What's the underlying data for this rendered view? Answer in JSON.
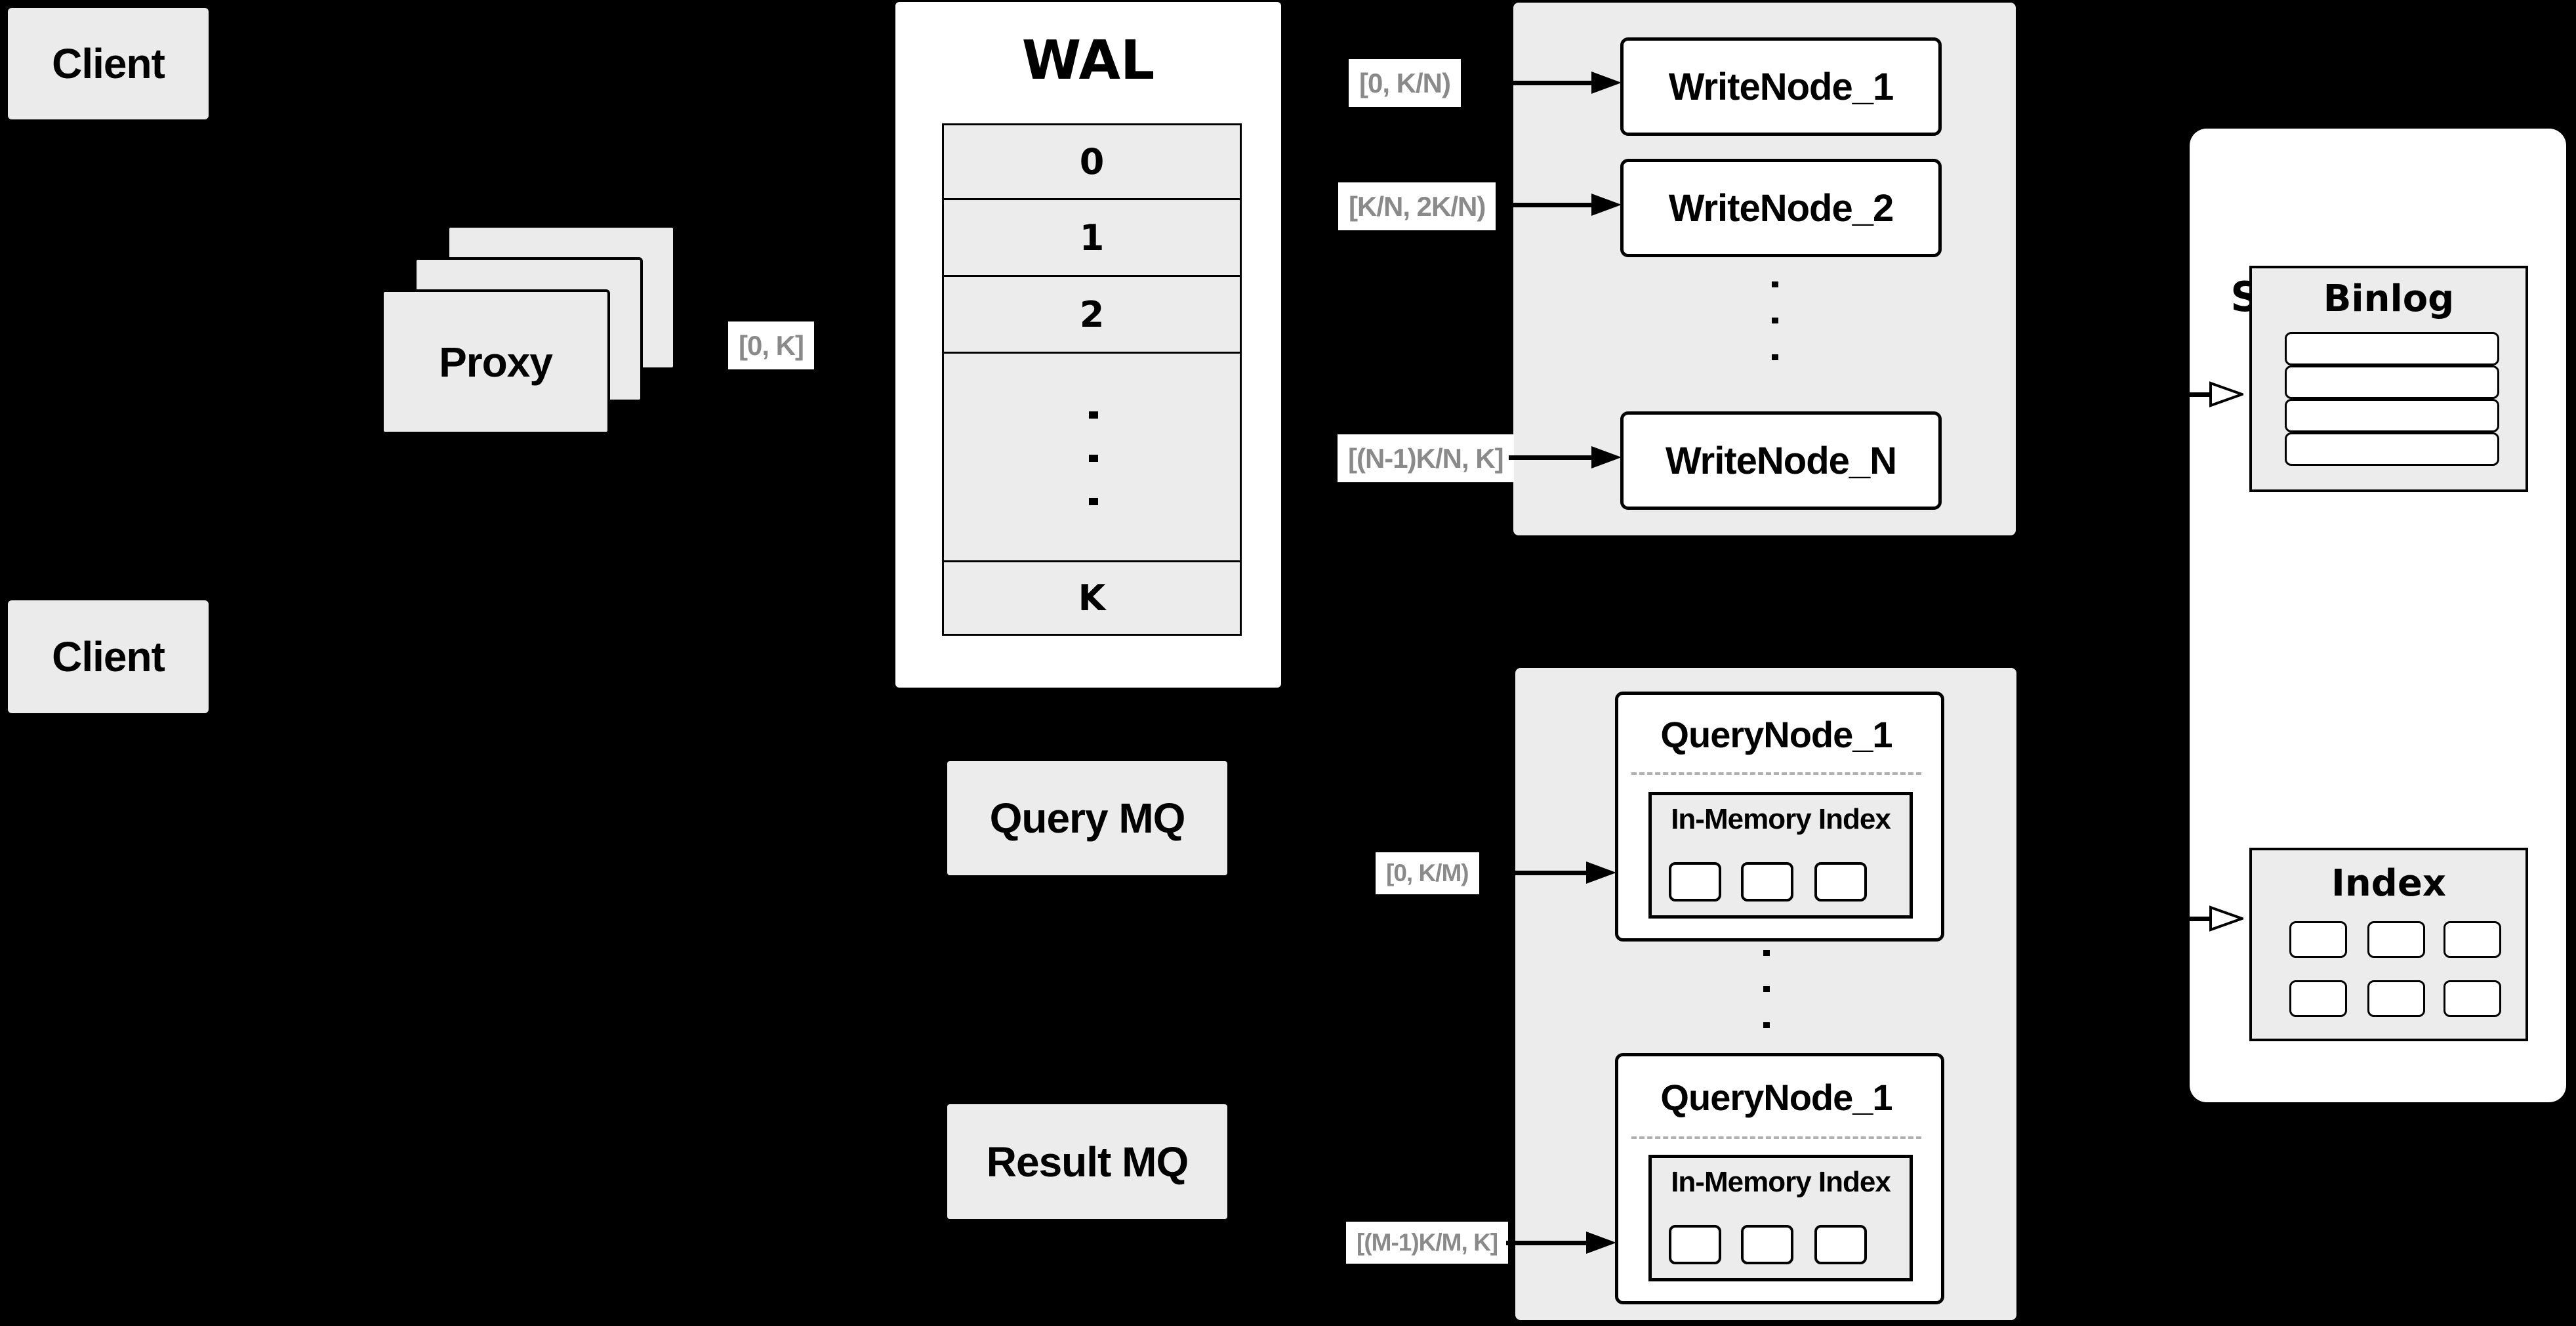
{
  "colors": {
    "background": "#000000",
    "panel_gray": "#ececec",
    "card_gray": "#ebebeb",
    "box_white": "#ffffff",
    "range_label_text": "#8a8a8a",
    "line_ink": "#000000"
  },
  "clients": {
    "top_label": "Client",
    "bottom_label": "Client"
  },
  "proxy": {
    "label": "Proxy",
    "range_label": "[0, K]"
  },
  "wal": {
    "title": "WAL",
    "segments": [
      "0",
      "1",
      "2",
      "K"
    ]
  },
  "write_group": {
    "nodes": [
      {
        "label": "WriteNode_1",
        "range": "[0, K/N)"
      },
      {
        "label": "WriteNode_2",
        "range": "[K/N, 2K/N)"
      },
      {
        "label": "WriteNode_N",
        "range": "[(N-1)K/N, K]"
      }
    ]
  },
  "mq": {
    "query_label": "Query MQ",
    "result_label": "Result MQ"
  },
  "query_group": {
    "nodes": [
      {
        "label": "QueryNode_1",
        "index_label": "In-Memory Index",
        "range": "[0, K/M)"
      },
      {
        "label": "QueryNode_1",
        "index_label": "In-Memory Index",
        "range": "[(M-1)K/M, K]"
      }
    ]
  },
  "store_engine": {
    "title": "Store Engine",
    "binlog_title": "Binlog",
    "index_title": "Index"
  },
  "icons": {
    "solid_arrow": "filled-right-arrow",
    "hollow_arrow": "outlined-right-arrow",
    "ellipsis": "vertical-dots"
  }
}
